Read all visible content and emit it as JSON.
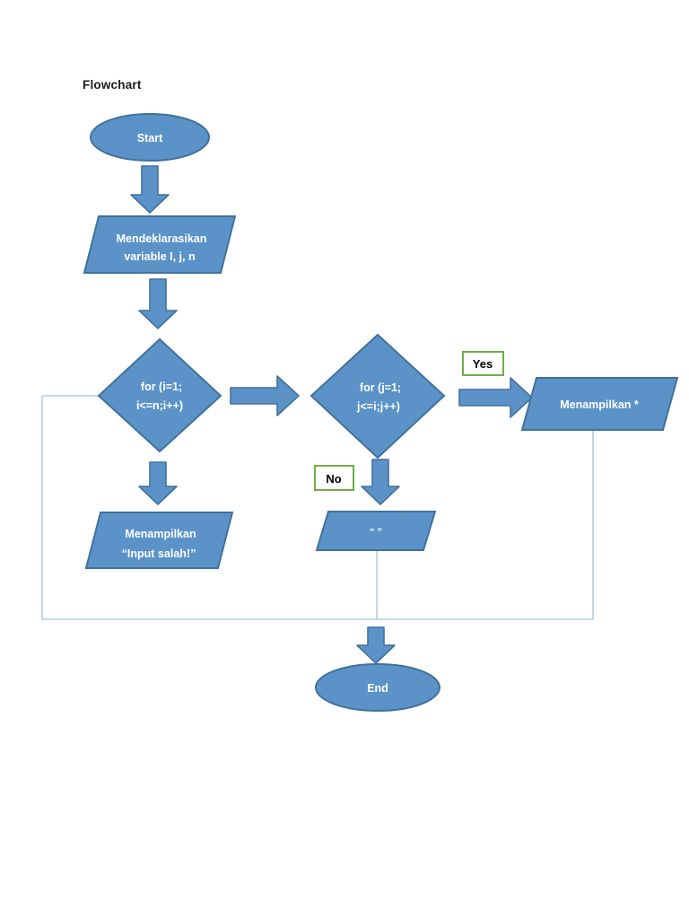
{
  "page": {
    "title": "Flowchart"
  },
  "colors": {
    "background": "#FFFFFF",
    "shape_fill": "#5B93C9",
    "shape_stroke": "#41719C",
    "shape_text": "#FFFFFF",
    "connector": "#9DC3E6",
    "label_border": "#70AD47",
    "label_text": "#000000",
    "title_text": "#1A1A1A"
  },
  "nodes": {
    "start": {
      "shape": "terminator",
      "label": "Start"
    },
    "declare": {
      "shape": "input-parallelogram",
      "line1": "Mendeklarasikan",
      "line2": "variable I, j, n"
    },
    "outer_loop": {
      "shape": "decision-diamond",
      "line1": "for (i=1;",
      "line2": "i<=n;i++)"
    },
    "inner_loop": {
      "shape": "decision-diamond",
      "line1": "for (j=1;",
      "line2": "j<=i;j++)"
    },
    "print_star": {
      "shape": "output-parallelogram",
      "label": "Menampilkan *"
    },
    "print_space": {
      "shape": "output-parallelogram",
      "label": "“ ”"
    },
    "print_error": {
      "shape": "output-parallelogram",
      "line1": "Menampilkan",
      "line2": "“Input salah!”"
    },
    "end": {
      "shape": "terminator",
      "label": "End"
    }
  },
  "edge_labels": {
    "yes": "Yes",
    "no": "No"
  }
}
